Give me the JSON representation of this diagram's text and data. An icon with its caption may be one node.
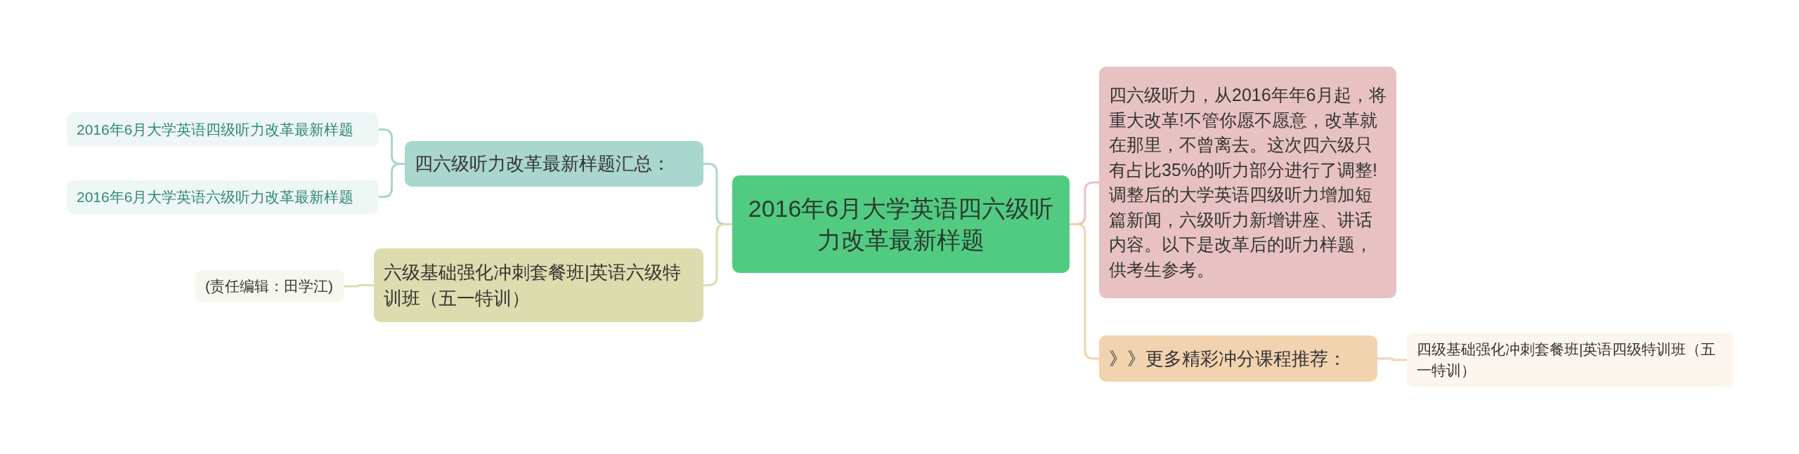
{
  "diagram": {
    "nodes": [
      {
        "text": [
          "2016年6月大学英语四六级听力改革最新样题"
        ]
      },
      {
        "text": [
          "四六级听力改革最新样题汇总："
        ]
      },
      {
        "text": [
          "2016年6月大学英语四级听力改革最新样题"
        ]
      },
      {
        "text": [
          "2016年6月大学英语六级听力改革最新样题"
        ]
      },
      {
        "text": [
          "六级基础强化冲刺套餐班|英语六级特训班（五一特训）"
        ]
      },
      {
        "text": [
          "(责任编辑：田学江)"
        ]
      },
      {
        "text": [
          "四六级听力，从2016年年6月起，将重大改革!不管你愿不愿意，改革就在那里，不曾离去。这次四六级只有占比35%的听力部分进行了调整!调整后的大学英语四级听力增加短篇新闻，六级听力新增讲座、讲话内容。以下是改革后的听力样题，供考生参考。"
        ]
      },
      {
        "text": [
          "》》更多精彩冲分课程推荐："
        ]
      },
      {
        "text": [
          "四级基础强化冲刺套餐班|英语四级特训班（五一特训）"
        ]
      }
    ],
    "edges": [
      {
        "from": 0,
        "to": 1,
        "arrow": "none",
        "color": "#a9d6cd"
      },
      {
        "from": 1,
        "to": 2,
        "arrow": "none",
        "color": "#a9d6cd"
      },
      {
        "from": 1,
        "to": 3,
        "arrow": "none",
        "color": "#a9d6cd"
      },
      {
        "from": 0,
        "to": 4,
        "arrow": "none",
        "color": "#dcdcae"
      },
      {
        "from": 4,
        "to": 5,
        "arrow": "none",
        "color": "#dcdcae"
      },
      {
        "from": 0,
        "to": 6,
        "arrow": "none",
        "color": "#e8c2c2"
      },
      {
        "from": 0,
        "to": 7,
        "arrow": "none",
        "color": "#f2d3b0"
      },
      {
        "from": 7,
        "to": 8,
        "arrow": "none",
        "color": "#f2d3b0"
      }
    ]
  }
}
